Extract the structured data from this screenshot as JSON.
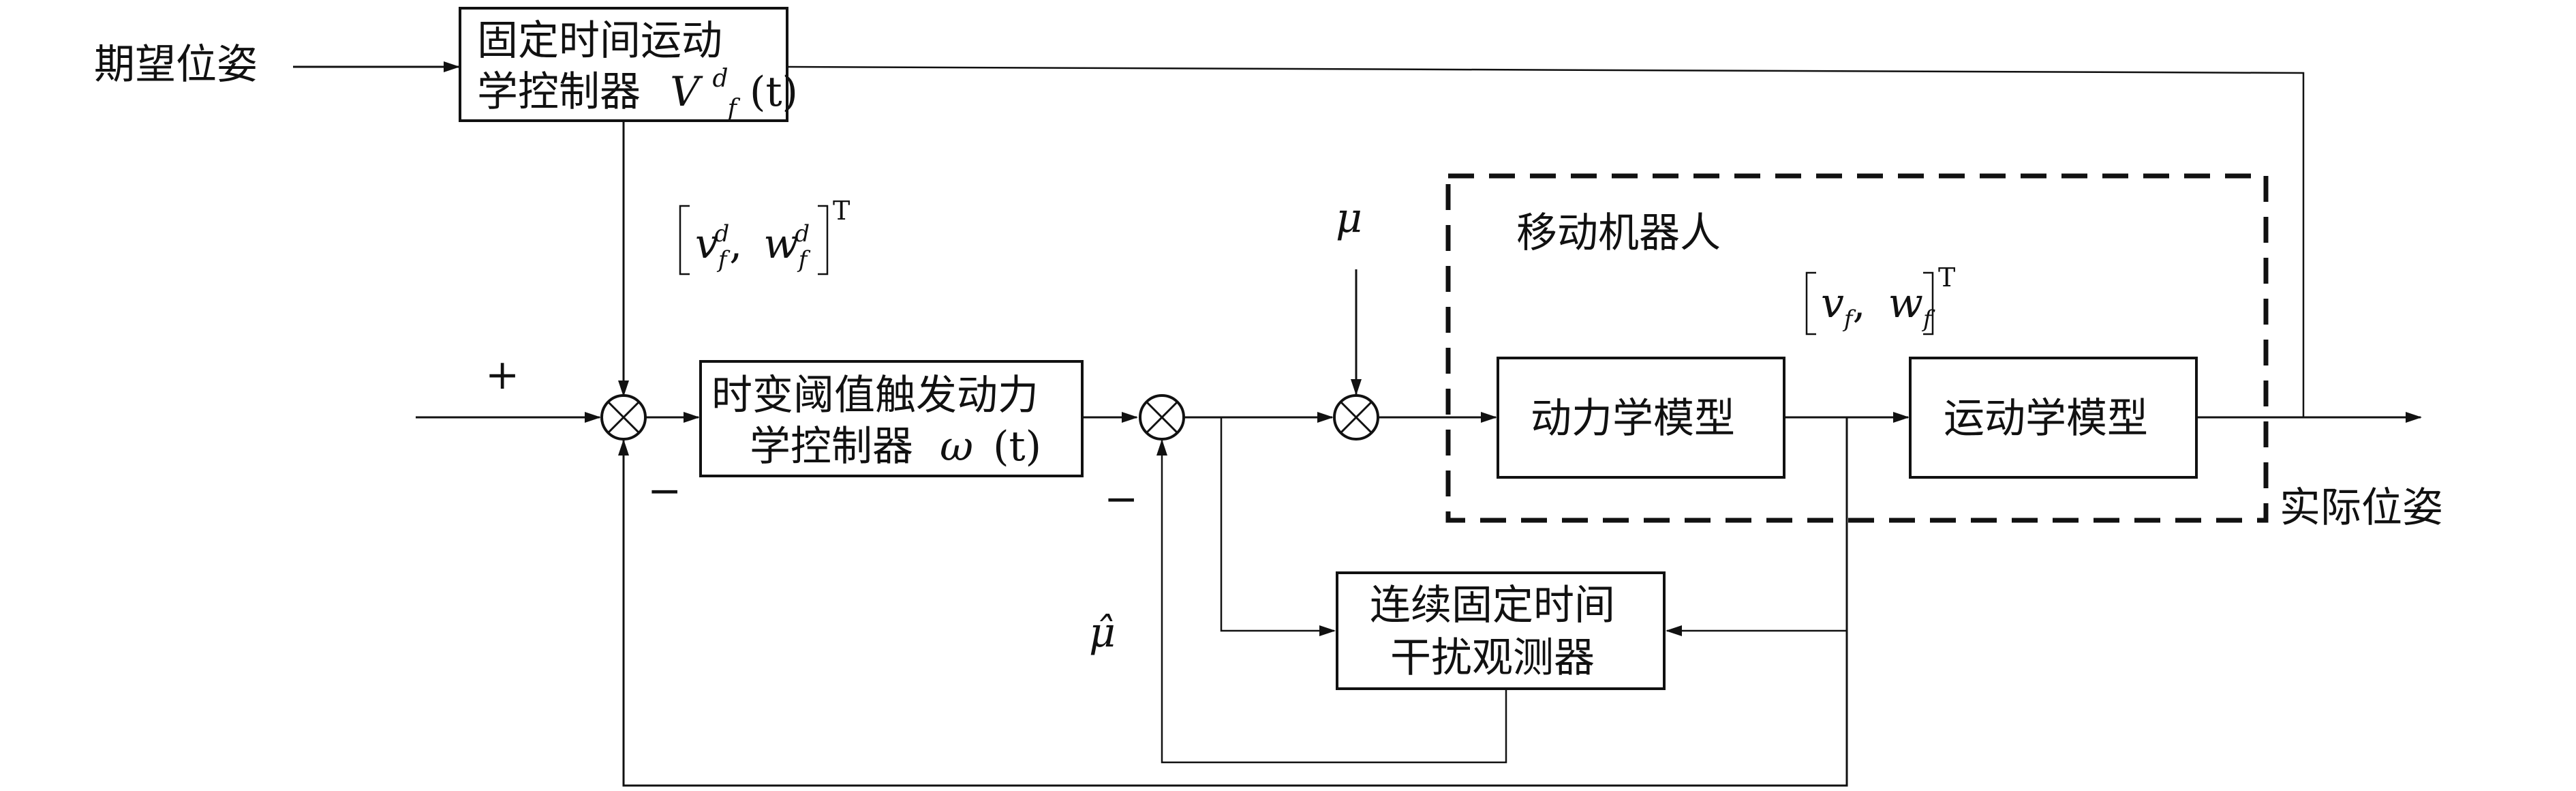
{
  "diagram": {
    "input_label": "期望位姿",
    "output_label": "实际位姿",
    "kin_controller": {
      "line1": "固定时间运动",
      "line2": "学控制器",
      "sym": "V",
      "sup": "d",
      "sub": "f",
      "arg": "(t)"
    },
    "dyn_controller": {
      "line1": "时变阈值触发动力",
      "line2": "学控制器",
      "sym": "ω",
      "arg": "(t)"
    },
    "observer": {
      "line1": "连续固定时间",
      "line2": "干扰观测器"
    },
    "robot_group_label": "移动机器人",
    "dyn_model": "动力学模型",
    "kin_model": "运动学模型",
    "plus_sign": "+",
    "minus_sign": "−",
    "mu": "μ",
    "mu_hat": "μ̂",
    "v_ref": {
      "v": "v",
      "w": "w",
      "sub": "f",
      "sup": "d",
      "transpose": "T"
    },
    "v_act": {
      "v": "v",
      "w": "w",
      "sub": "f",
      "transpose": "T"
    }
  }
}
